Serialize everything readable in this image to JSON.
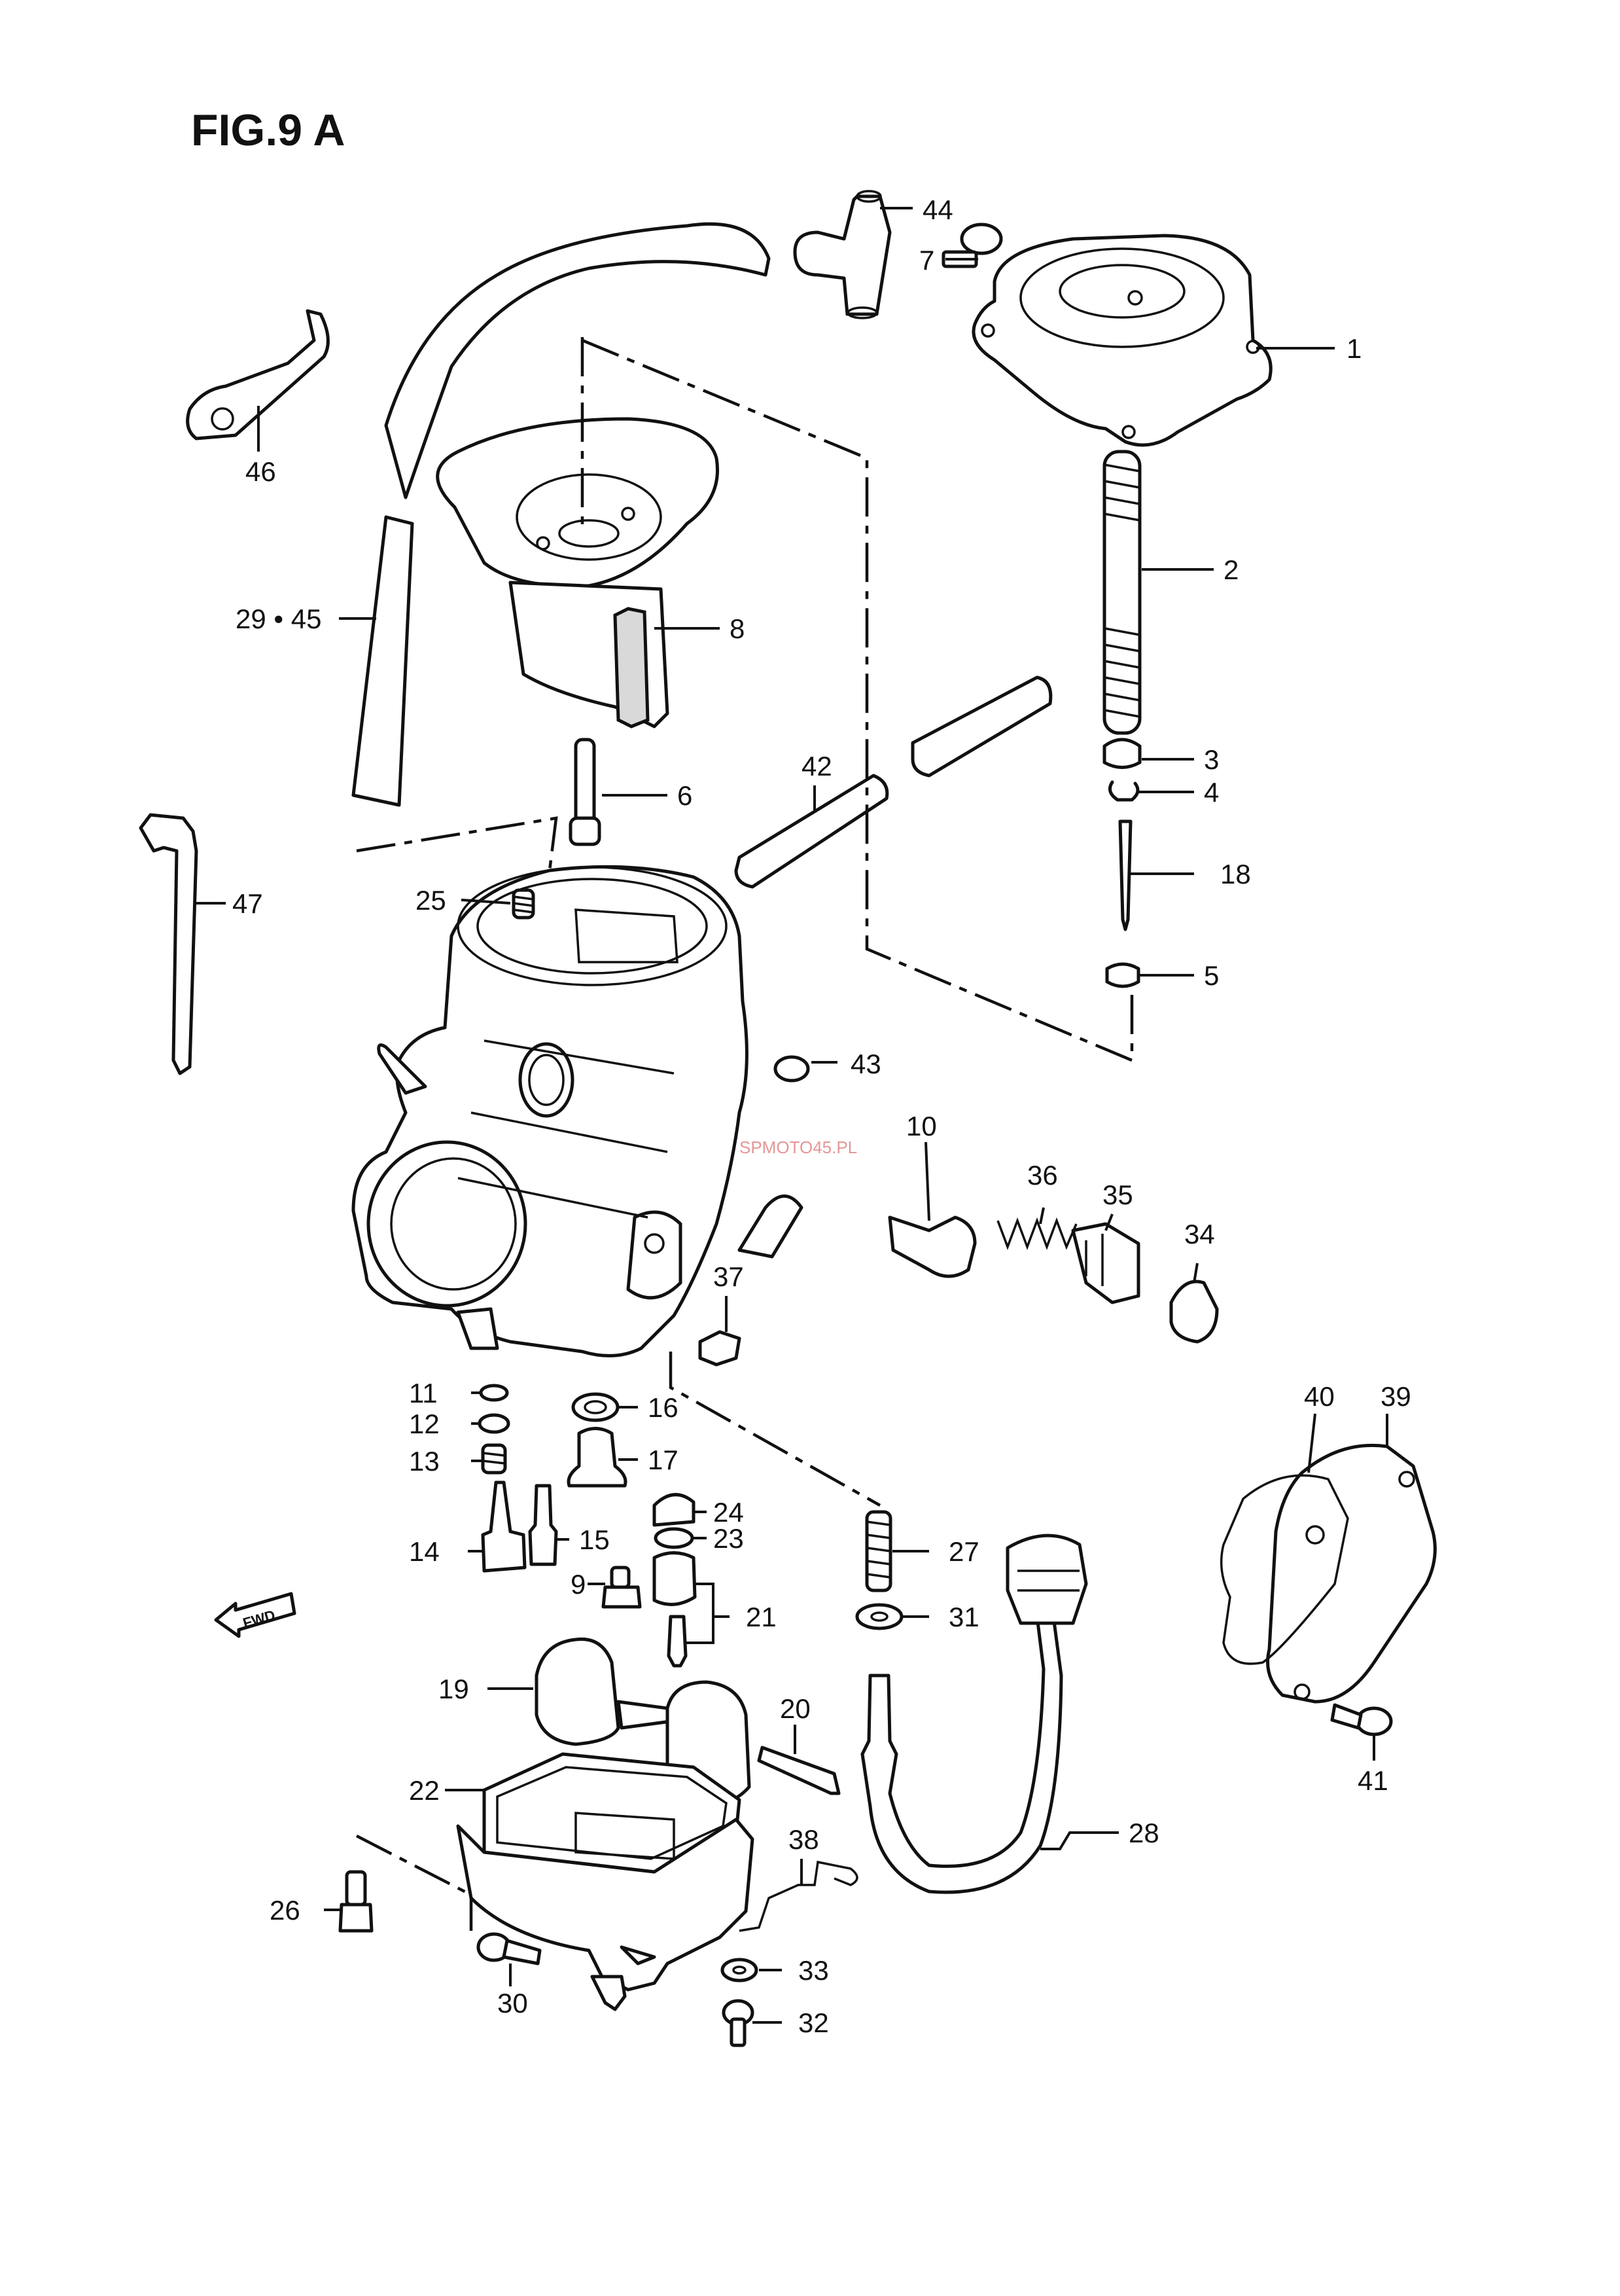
{
  "figure": {
    "title": "FIG.9 A"
  },
  "forward_marker": {
    "label": "FWD"
  },
  "watermark": {
    "text": "SPMOTO45.PL"
  },
  "callouts": [
    {
      "id": "1",
      "label": "1"
    },
    {
      "id": "2",
      "label": "2"
    },
    {
      "id": "3",
      "label": "3"
    },
    {
      "id": "4",
      "label": "4"
    },
    {
      "id": "5",
      "label": "5"
    },
    {
      "id": "6",
      "label": "6"
    },
    {
      "id": "7",
      "label": "7"
    },
    {
      "id": "8",
      "label": "8"
    },
    {
      "id": "9",
      "label": "9"
    },
    {
      "id": "10",
      "label": "10"
    },
    {
      "id": "11",
      "label": "11"
    },
    {
      "id": "12",
      "label": "12"
    },
    {
      "id": "13",
      "label": "13"
    },
    {
      "id": "14",
      "label": "14"
    },
    {
      "id": "15",
      "label": "15"
    },
    {
      "id": "16",
      "label": "16"
    },
    {
      "id": "17",
      "label": "17"
    },
    {
      "id": "18",
      "label": "18"
    },
    {
      "id": "19",
      "label": "19"
    },
    {
      "id": "20",
      "label": "20"
    },
    {
      "id": "21",
      "label": "21"
    },
    {
      "id": "22",
      "label": "22"
    },
    {
      "id": "23",
      "label": "23"
    },
    {
      "id": "24",
      "label": "24"
    },
    {
      "id": "25",
      "label": "25"
    },
    {
      "id": "26",
      "label": "26"
    },
    {
      "id": "27",
      "label": "27"
    },
    {
      "id": "28",
      "label": "28"
    },
    {
      "id": "29_45",
      "label": "29 • 45"
    },
    {
      "id": "30",
      "label": "30"
    },
    {
      "id": "31",
      "label": "31"
    },
    {
      "id": "32",
      "label": "32"
    },
    {
      "id": "33",
      "label": "33"
    },
    {
      "id": "34",
      "label": "34"
    },
    {
      "id": "35",
      "label": "35"
    },
    {
      "id": "36",
      "label": "36"
    },
    {
      "id": "37",
      "label": "37"
    },
    {
      "id": "38",
      "label": "38"
    },
    {
      "id": "39",
      "label": "39"
    },
    {
      "id": "40",
      "label": "40"
    },
    {
      "id": "41",
      "label": "41"
    },
    {
      "id": "42",
      "label": "42"
    },
    {
      "id": "43",
      "label": "43"
    },
    {
      "id": "44",
      "label": "44"
    },
    {
      "id": "46",
      "label": "46"
    },
    {
      "id": "47",
      "label": "47"
    }
  ]
}
